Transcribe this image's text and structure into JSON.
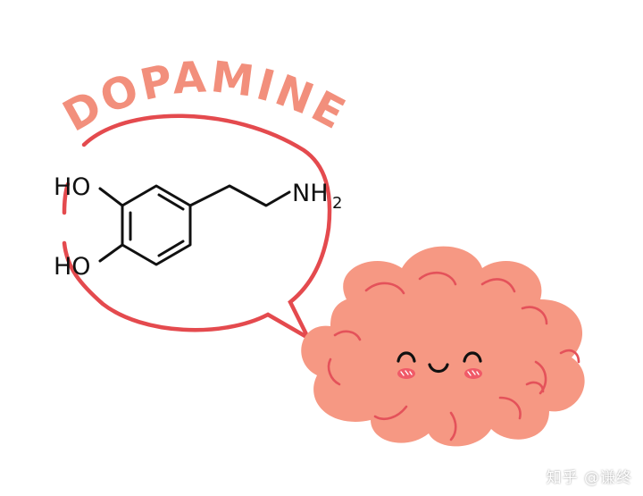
{
  "title": "DOPAMINE",
  "molecule": {
    "group_top": "HO",
    "group_bottom": "HO",
    "amine": "NH",
    "amine_subscript": "2"
  },
  "watermark": "知乎 @谦终",
  "colors": {
    "title": "#f28f7c",
    "bubble_outline": "#e44a4e",
    "brain_fill": "#f69883",
    "brain_line": "#e4525a",
    "cheek": "#f05a68",
    "ink": "#111111"
  },
  "icons": {
    "mascot": "smiling-brain-icon"
  }
}
